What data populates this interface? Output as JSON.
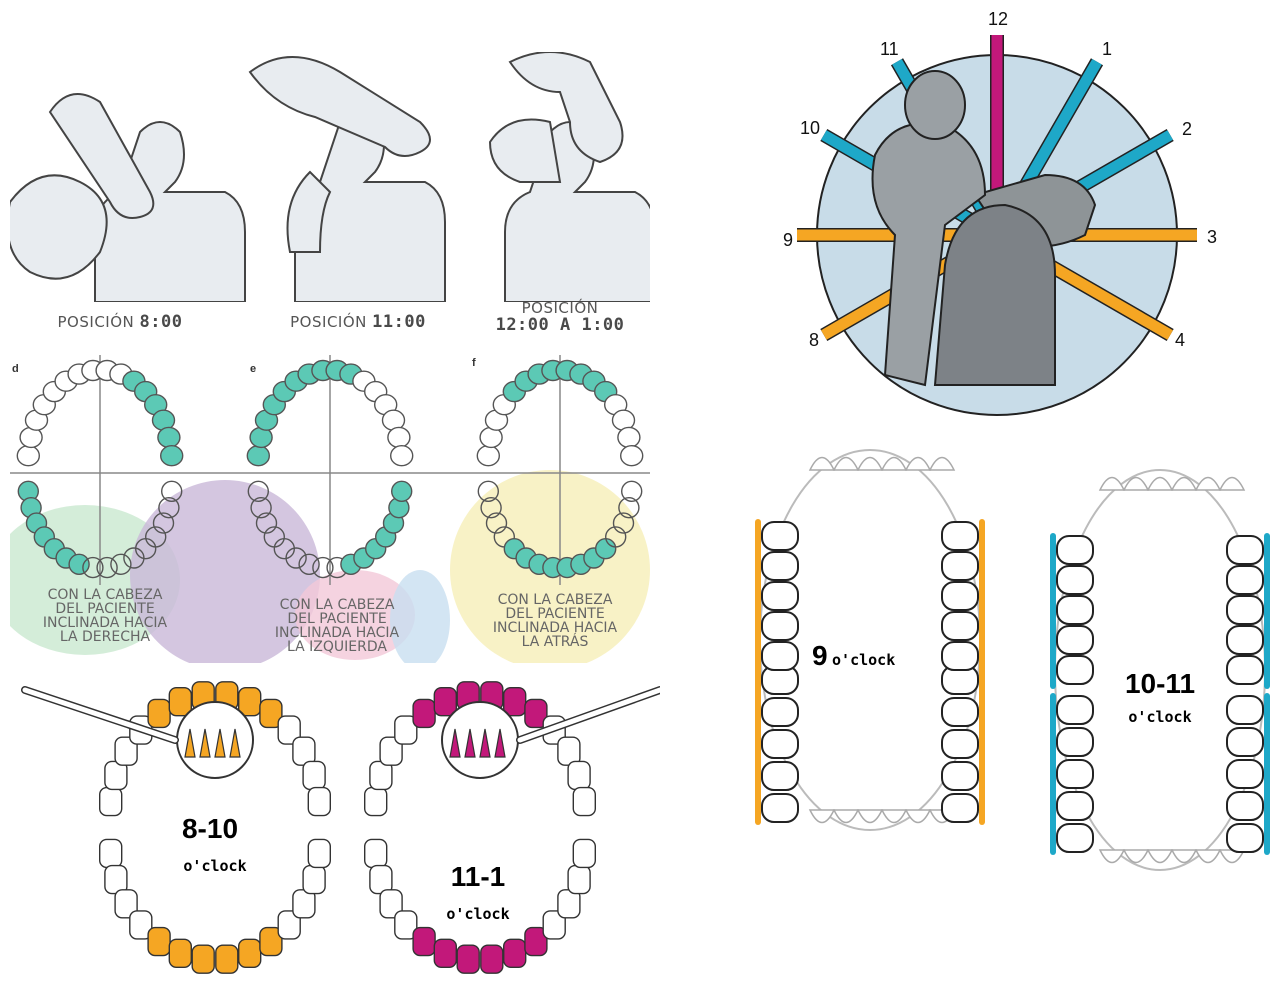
{
  "positions": {
    "pos1": {
      "word": "POSICIÓN",
      "time": "8:00"
    },
    "pos2": {
      "word": "POSICIÓN",
      "time": "11:00"
    },
    "pos3": {
      "word": "POSICIÓN",
      "time": "12:00 A 1:00"
    }
  },
  "arches": {
    "d": "d",
    "e": "e",
    "f": "f"
  },
  "head_notes": {
    "right": [
      "CON LA CABEZA",
      "DEL PACIENTE",
      "INCLINADA HACIA",
      "LA DERECHA"
    ],
    "left": [
      "CON LA CABEZA",
      "DEL PACIENTE",
      "INCLINADA HACIA",
      "LA IZQUIERDA"
    ],
    "back": [
      "CON LA CABEZA",
      "DEL PACIENTE",
      "INCLINADA HACIA",
      "LA ATRÁS"
    ]
  },
  "clock_numbers": [
    "12",
    "1",
    "2",
    "3",
    "4",
    "8",
    "9",
    "10",
    "11"
  ],
  "zones": {
    "z8_10": {
      "range": "8-10",
      "unit": "o'clock"
    },
    "z11_1": {
      "range": "11-1",
      "unit": "o'clock"
    },
    "z9": {
      "range": "9",
      "unit": "o'clock"
    },
    "z10_11": {
      "range": "10-11",
      "unit": "o'clock"
    }
  },
  "colors": {
    "orange": "#F5A623",
    "magenta": "#C2187A",
    "cyan": "#1EA8C8",
    "teal": "#5CC9B5",
    "disc": "#C8DCE8",
    "figure": "#9AA0A4"
  }
}
